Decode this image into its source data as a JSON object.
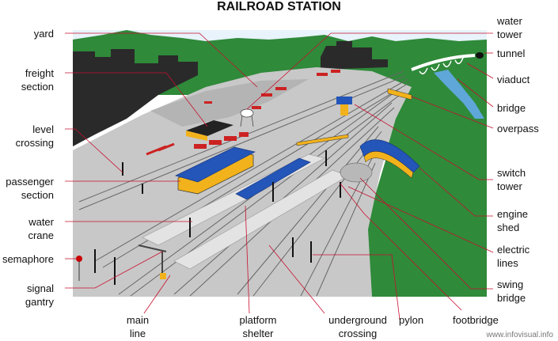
{
  "title": "RAILROAD STATION",
  "labels": {
    "yard": "yard",
    "freight_section": "freight\nsection",
    "level_crossing": "level\ncrossing",
    "passenger_section": "passenger\nsection",
    "water_crane": "water\ncrane",
    "semaphore": "semaphore",
    "signal_gantry": "signal\ngantry",
    "main_line": "main\nline",
    "platform_shelter": "platform\nshelter",
    "underground_crossing": "underground\ncrossing",
    "pylon": "pylon",
    "footbridge": "footbridge",
    "water_tower": "water\ntower",
    "tunnel": "tunnel",
    "viaduct": "viaduct",
    "bridge": "bridge",
    "overpass": "overpass",
    "switch_tower": "switch\ntower",
    "engine_shed": "engine\nshed",
    "electric_lines": "electric\nlines",
    "swing_bridge": "swing\nbridge"
  },
  "credit": "www.infovisual.info",
  "colors": {
    "leader": "#c8102e",
    "sky": "#e8f3fb",
    "hills": "#2f8a3a",
    "ground": "#c8c8c8",
    "building_roof": "#2455b8",
    "building_wall": "#f2b21b",
    "freight_car": "#cc2222",
    "buildings_dark": "#2a2a2a"
  }
}
